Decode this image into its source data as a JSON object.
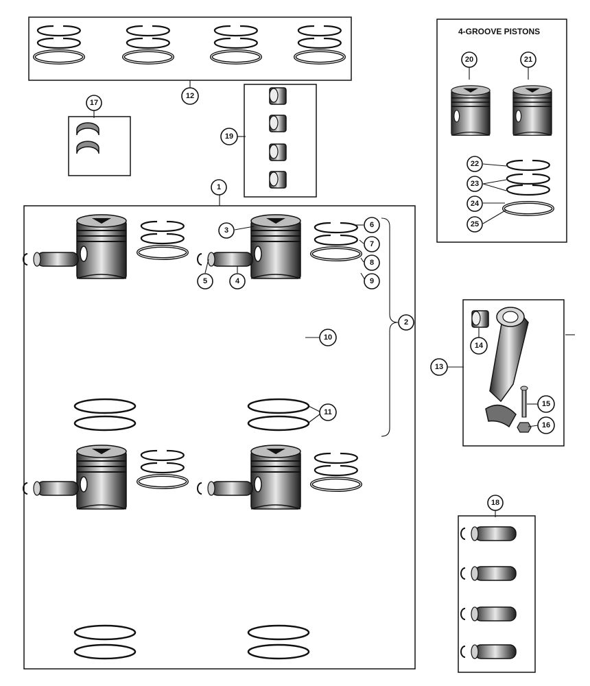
{
  "box_titles": {
    "four_groove_pistons": "4-GROOVE PISTONS"
  },
  "callouts": {
    "c1": "1",
    "c2": "2",
    "c3": "3",
    "c4": "4",
    "c5": "5",
    "c6": "6",
    "c7": "7",
    "c8": "8",
    "c9": "9",
    "c10": "10",
    "c11": "11",
    "c12": "12",
    "c13": "13",
    "c14": "14",
    "c15": "15",
    "c16": "16",
    "c17": "17",
    "c18": "18",
    "c19": "19",
    "c20": "20",
    "c21": "21",
    "c22": "22",
    "c23": "23",
    "c24": "24",
    "c25": "25"
  },
  "colors": {
    "ink": "#111111",
    "paper": "#ffffff",
    "metal_light": "#dcdcdc",
    "metal_dark": "#3a3a3a"
  }
}
